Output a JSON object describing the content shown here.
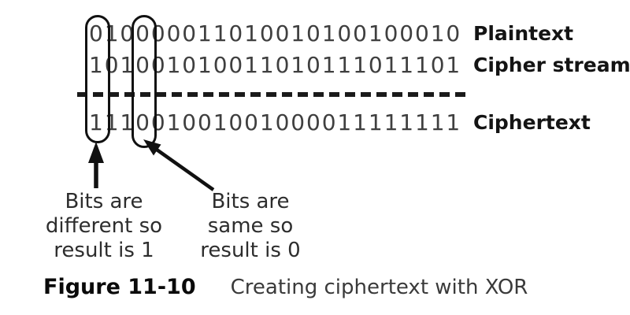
{
  "figure": {
    "rows": [
      {
        "name": "plaintext",
        "bits": "010000011010010100100010",
        "label": "Plaintext"
      },
      {
        "name": "cipher-stream",
        "bits": "101001010011010111011101",
        "label": "Cipher stream"
      },
      {
        "name": "ciphertext",
        "bits": "111001001001000011111111",
        "label": "Ciphertext"
      }
    ],
    "highlights": [
      {
        "column": 1,
        "note_lines": [
          "Bits are",
          "different so",
          "result is 1"
        ]
      },
      {
        "column": 4,
        "note_lines": [
          "Bits are",
          "same so",
          "result is 0"
        ]
      }
    ],
    "caption": {
      "label": "Figure 11-10",
      "title": "Creating ciphertext with XOR"
    },
    "colors": {
      "background": "#ffffff",
      "digit": "#3f3f3f",
      "row_label": "#141414",
      "ink": "#111111",
      "note_text": "#2d2d2d"
    }
  }
}
